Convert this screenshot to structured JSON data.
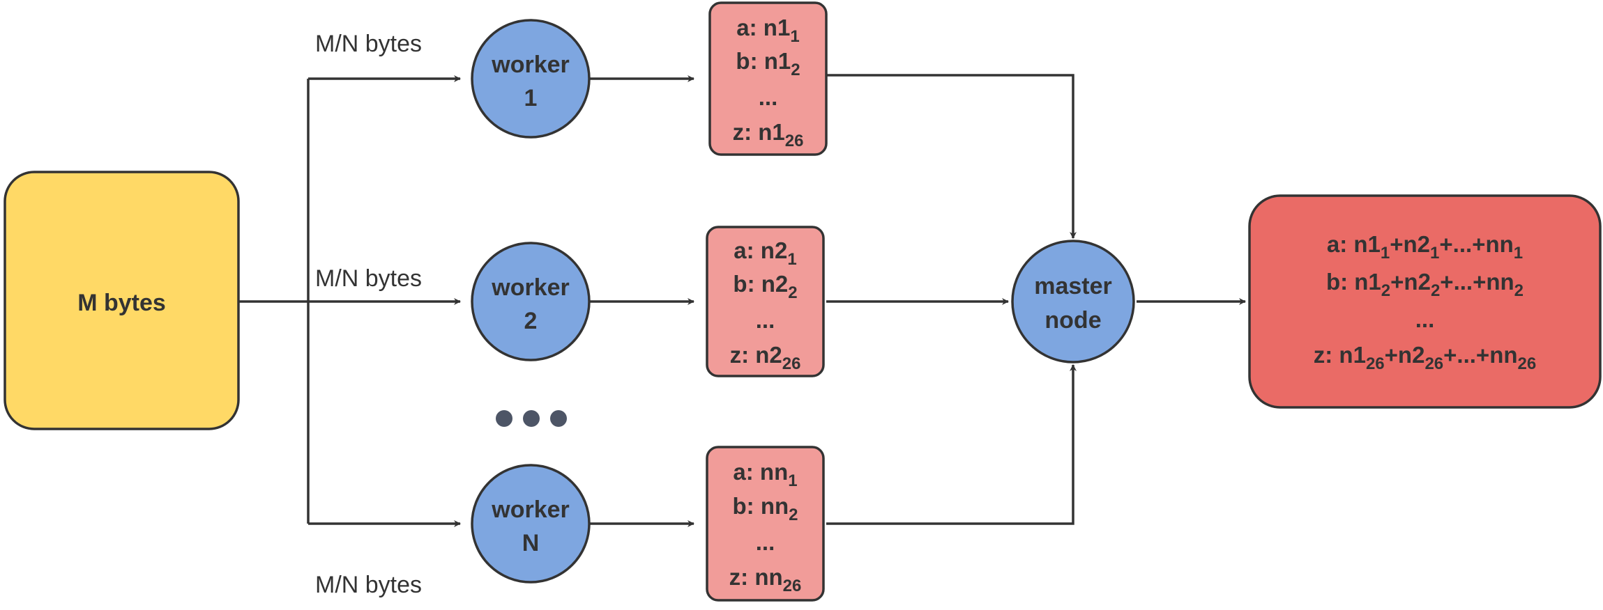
{
  "colors": {
    "source_fill": "#FFD966",
    "worker_fill": "#7EA6E0",
    "partial_fill": "#F19C99",
    "result_fill": "#EA6B66",
    "stroke": "#333333"
  },
  "source": {
    "label": "M bytes"
  },
  "edge_labels": {
    "w1": "M/N bytes",
    "w2": "M/N bytes",
    "wN": "M/N bytes"
  },
  "ellipsis_icon": "horizontal-ellipsis-dots",
  "workers": [
    {
      "line1": "worker",
      "line2": "1",
      "counts": [
        {
          "prefix": "a: n1",
          "sub": "1"
        },
        {
          "prefix": "b: n1",
          "sub": "2"
        },
        {
          "prefix": "...",
          "sub": ""
        },
        {
          "prefix": "z: n1",
          "sub": "26"
        }
      ]
    },
    {
      "line1": "worker",
      "line2": "2",
      "counts": [
        {
          "prefix": "a: n2",
          "sub": "1"
        },
        {
          "prefix": "b: n2",
          "sub": "2"
        },
        {
          "prefix": "...",
          "sub": ""
        },
        {
          "prefix": "z: n2",
          "sub": "26"
        }
      ]
    },
    {
      "line1": "worker",
      "line2": "N",
      "counts": [
        {
          "prefix": "a: nn",
          "sub": "1"
        },
        {
          "prefix": "b: nn",
          "sub": "2"
        },
        {
          "prefix": "...",
          "sub": ""
        },
        {
          "prefix": "z: nn",
          "sub": "26"
        }
      ]
    }
  ],
  "master": {
    "line1": "master",
    "line2": "node"
  },
  "result": {
    "lines": [
      {
        "p1": "a: n1",
        "s1": "1",
        "p2": "+n2",
        "s2": "1",
        "p3": "+...+nn",
        "s3": "1"
      },
      {
        "p1": "b: n1",
        "s1": "2",
        "p2": "+n2",
        "s2": "2",
        "p3": "+...+nn",
        "s3": "2"
      },
      {
        "p1": "...",
        "s1": "",
        "p2": "",
        "s2": "",
        "p3": "",
        "s3": ""
      },
      {
        "p1": "z: n1",
        "s1": "26",
        "p2": "+n2",
        "s2": "26",
        "p3": "+...+nn",
        "s3": "26"
      }
    ]
  }
}
